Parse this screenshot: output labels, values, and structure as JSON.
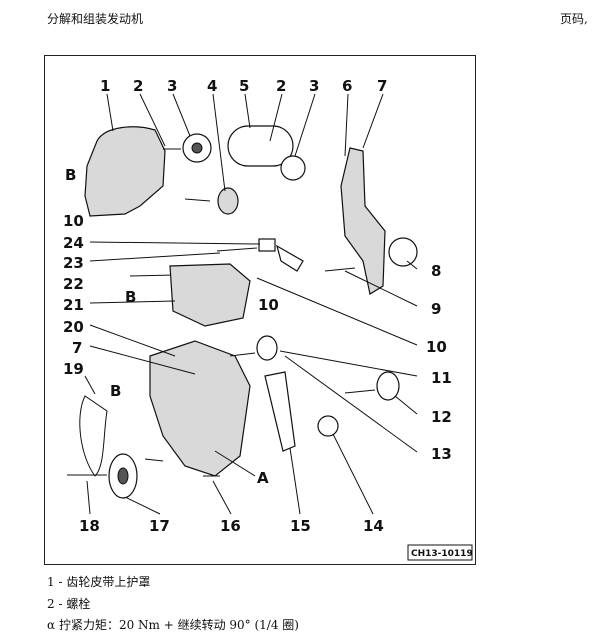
{
  "header": {
    "title": "分解和组装发动机",
    "page_label": "页码,"
  },
  "figure": {
    "code": "CH13-10119",
    "labels": [
      "1",
      "2",
      "3",
      "4",
      "5",
      "2",
      "3",
      "6",
      "7",
      "B",
      "10",
      "24",
      "23",
      "22",
      "21",
      "B",
      "8",
      "9",
      "10",
      "20",
      "7",
      "19",
      "B",
      "10",
      "11",
      "12",
      "13",
      "A",
      "18",
      "17",
      "16",
      "15",
      "14"
    ]
  },
  "legend": [
    {
      "num": "1 -",
      "text": "齿轮皮带上护罩"
    },
    {
      "num": "2 -",
      "text": "螺栓"
    },
    {
      "num": "α",
      "text": "拧紧力矩：20 Nm + 继续转动 90° (1/4 圈)"
    }
  ]
}
